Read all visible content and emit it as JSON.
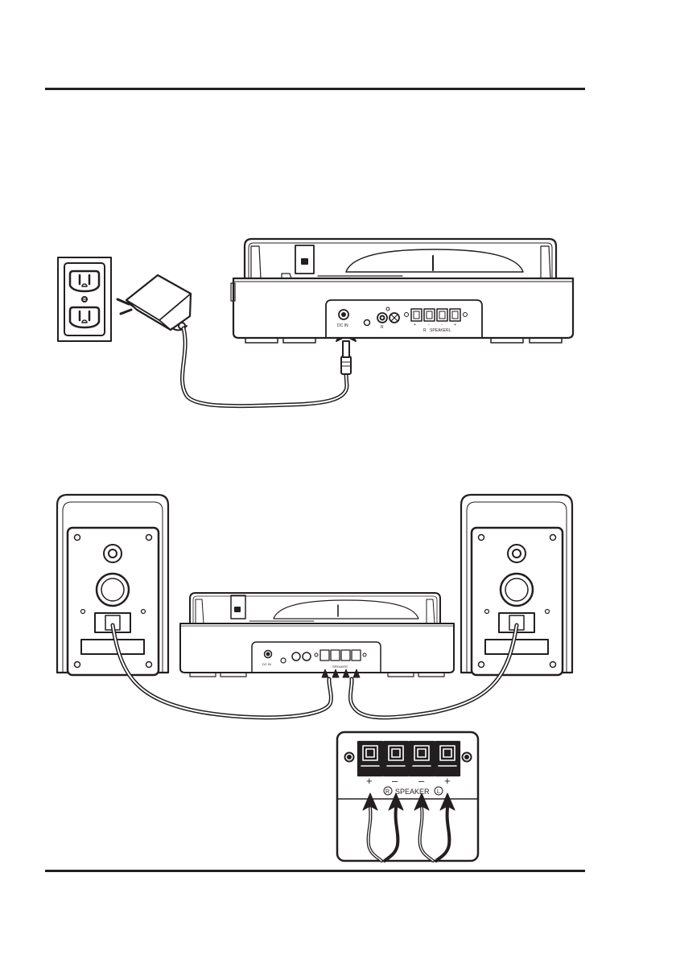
{
  "colors": {
    "ink": "#231f20",
    "paper": "#ffffff",
    "gray": "#bdbdbd"
  },
  "power_section": {
    "dc_jack_label": "DC IN",
    "rca_label": "R",
    "terminal_label": "SPEAKER",
    "terminal_right_mark": "R",
    "terminal_left_mark": "L",
    "plus": "+",
    "minus": "-"
  },
  "speaker_section": {
    "dc_jack_label": "DC IN",
    "terminal_label": "SPEAKER"
  },
  "terminal_detail": {
    "label": "SPEAKER",
    "right_mark": "R",
    "left_mark": "L",
    "polarity": [
      "+",
      "–",
      "–",
      "+"
    ]
  }
}
